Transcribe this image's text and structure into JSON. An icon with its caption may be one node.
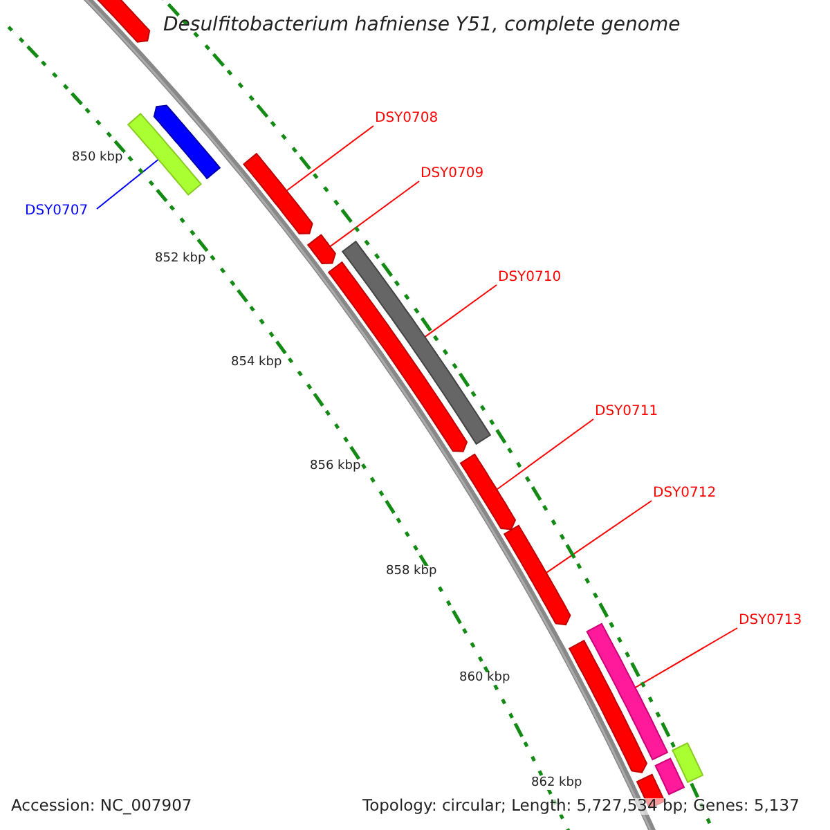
{
  "diagram": {
    "title": "Desulfitobacterium hafniense Y51, complete genome",
    "nodes": [
      {
        "text": [
          "DSY0707"
        ]
      },
      {
        "text": [],
        "shape": "bar"
      },
      {
        "text": [
          "DSY0708"
        ]
      },
      {
        "text": [],
        "shape": "bar"
      },
      {
        "text": [
          "DSY0709"
        ]
      },
      {
        "text": [],
        "shape": "bar"
      },
      {
        "text": [
          "DSY0710"
        ]
      },
      {
        "text": [],
        "shape": "bar"
      },
      {
        "text": [
          "DSY0711"
        ]
      },
      {
        "text": [],
        "shape": "bar"
      },
      {
        "text": [
          "DSY0712"
        ]
      },
      {
        "text": [],
        "shape": "bar"
      },
      {
        "text": [
          "DSY0713"
        ]
      },
      {
        "text": [],
        "shape": "bar"
      },
      {
        "text": [],
        "shape": "bar"
      },
      {
        "text": [],
        "shape": "bar"
      },
      {
        "text": [],
        "shape": "bar"
      },
      {
        "text": [],
        "shape": "bar"
      },
      {
        "text": [],
        "shape": "bar"
      },
      {
        "text": [],
        "shape": "bar"
      },
      {
        "text": [],
        "shape": "bar"
      }
    ],
    "edges": [
      {
        "from": 0,
        "to": 1,
        "arrow": "none",
        "color": "#0000ff"
      },
      {
        "from": 2,
        "to": 3,
        "arrow": "none"
      },
      {
        "from": 4,
        "to": 5,
        "arrow": "none"
      },
      {
        "from": 6,
        "to": 7,
        "arrow": "none"
      },
      {
        "from": 8,
        "to": 9,
        "arrow": "none"
      },
      {
        "from": 10,
        "to": 11,
        "arrow": "none"
      },
      {
        "from": 12,
        "to": 13,
        "arrow": "none"
      }
    ],
    "labels": [
      "850 kbp",
      "852 kbp",
      "854 kbp",
      "856 kbp",
      "858 kbp",
      "860 kbp",
      "862 kbp",
      "Accession: NC_007907",
      "Topology: circular; Length: 5,727,534 bp; Genes: 5,137"
    ]
  }
}
